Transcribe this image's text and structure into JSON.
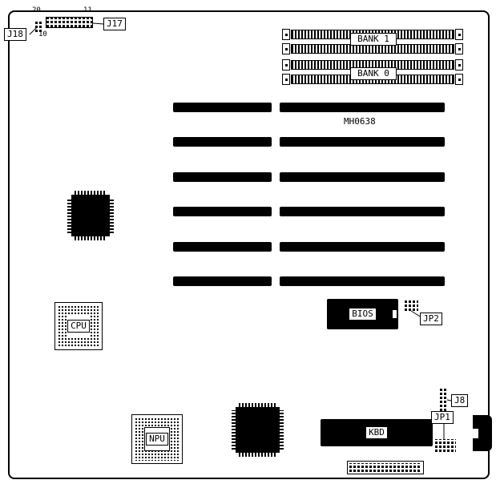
{
  "board": {
    "part_number": "MH0638",
    "memory_banks": {
      "bank1": "BANK 1",
      "bank0": "BANK 0"
    },
    "chips": {
      "cpu": "CPU",
      "npu": "NPU",
      "bios": "BIOS",
      "kbd": "KBD"
    },
    "connectors": {
      "j17": "J17",
      "j18": "J18",
      "j8": "J8",
      "jp1": "JP1",
      "jp2": "JP2"
    },
    "pin_labels": {
      "p20": "20",
      "p11": "11",
      "p10": "10"
    }
  },
  "colors": {
    "ink": "#000000",
    "paper": "#ffffff"
  }
}
